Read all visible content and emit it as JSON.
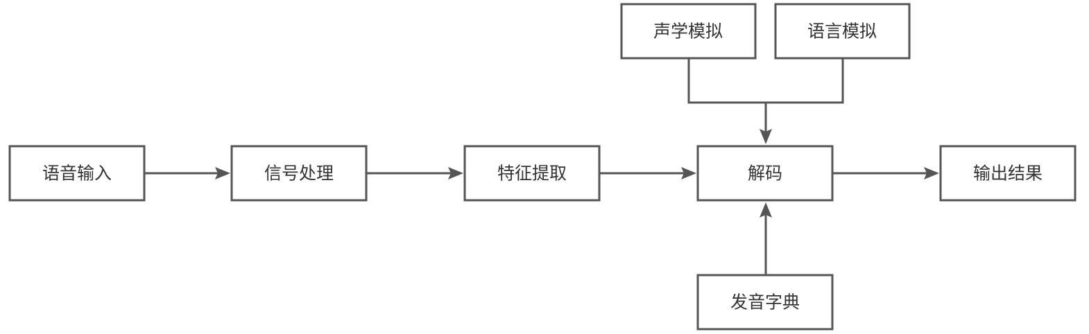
{
  "diagram": {
    "nodes": {
      "speech_input": "语音输入",
      "signal_processing": "信号处理",
      "feature_extraction": "特征提取",
      "decoding": "解码",
      "output_result": "输出结果",
      "acoustic_model": "声学模拟",
      "language_model": "语言模拟",
      "pronunciation_dict": "发音字典"
    },
    "edges": [
      {
        "from": "speech_input",
        "to": "signal_processing"
      },
      {
        "from": "signal_processing",
        "to": "feature_extraction"
      },
      {
        "from": "feature_extraction",
        "to": "decoding"
      },
      {
        "from": "decoding",
        "to": "output_result"
      },
      {
        "from": "acoustic_model",
        "to": "decoding"
      },
      {
        "from": "language_model",
        "to": "decoding"
      },
      {
        "from": "pronunciation_dict",
        "to": "decoding"
      }
    ],
    "colors": {
      "stroke": "#555555",
      "text": "#333333",
      "background": "#ffffff"
    }
  }
}
